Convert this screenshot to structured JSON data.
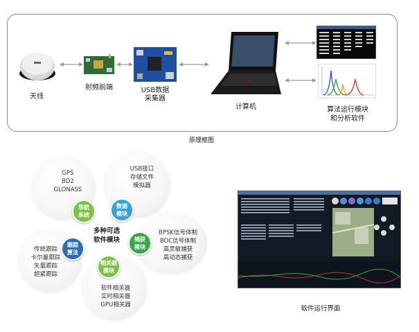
{
  "top_diagram": {
    "antenna_label": "天线",
    "rf_label": "射频前端",
    "usb_label_line1": "USB数据",
    "usb_label_line2": "采集器",
    "computer_label": "计算机",
    "software_label_line1": "算法运行模块",
    "software_label_line2": "和分析软件",
    "caption": "原理框图"
  },
  "modules": {
    "center_line1": "多种可选",
    "center_line2": "软件模块",
    "nav": {
      "badge_line1": "导航",
      "badge_line2": "系统",
      "items": [
        "GPS",
        "BD2",
        "GLONASS"
      ],
      "color": "#7cc24a"
    },
    "data": {
      "badge_line1": "数据",
      "badge_line2": "模块",
      "items": [
        "USB接口",
        "存储文件",
        "模拟器"
      ],
      "color": "#3aa0d8"
    },
    "acq": {
      "badge_line1": "捕获",
      "badge_line2": "模块",
      "items": [
        "BPSK信号体制",
        "BOC信号体制",
        "高灵敏捕获",
        "高动态捕获"
      ],
      "color": "#38a84a"
    },
    "track": {
      "badge_line1": "跟踪",
      "badge_line2": "算法",
      "items": [
        "传统跟踪",
        "卡尔曼跟踪",
        "矢量跟踪",
        "超紧跟踪"
      ],
      "color": "#2d6fb3"
    },
    "corr": {
      "badge_line1": "相关器",
      "badge_line2": "模块",
      "items": [
        "软件相关器",
        "实时相关器",
        "GPU相关器"
      ],
      "color": "#7cc24a"
    }
  },
  "software_caption": "软件运行界面"
}
